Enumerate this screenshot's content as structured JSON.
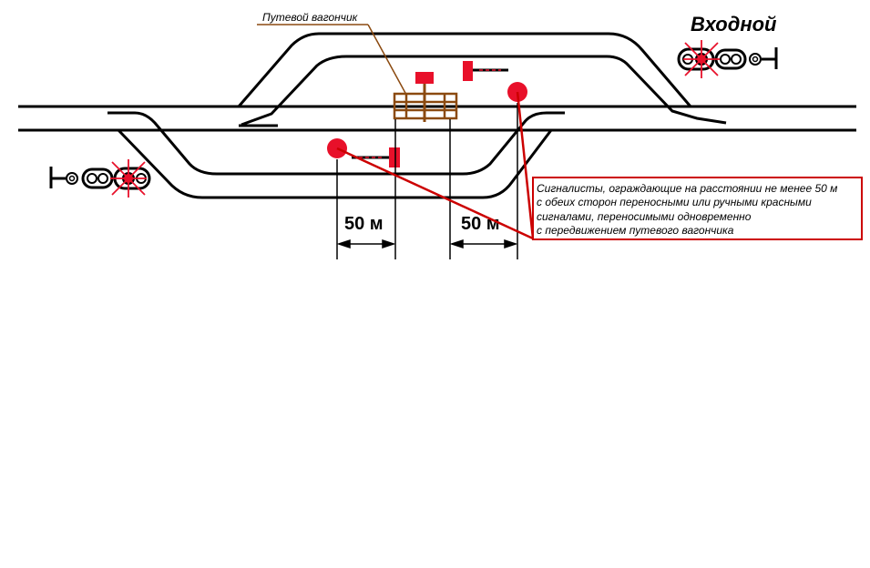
{
  "labels": {
    "trolley": "Путевой вагончик",
    "signal_entry": "Входной",
    "distance_left": "50 м",
    "distance_right": "50 м",
    "callout_lines": [
      "Сигналисты, ограждающие на расстоянии не менее 50 м",
      "с обеих сторон переносными или ручными красными",
      "сигналами, переносимыми одновременно",
      "с передвижением путевого вагончика"
    ]
  },
  "colors": {
    "track": "#000000",
    "signal_red": "#e8102a",
    "trolley_brown": "#8b4a10",
    "callout_border": "#cc0000"
  },
  "icons": {
    "entry_signal_right": "entry-signal-icon",
    "entry_signal_left": "entry-signal-icon",
    "portable_signal": "portable-red-signal-icon",
    "hand_signal": "hand-red-signal-icon",
    "signalman": "signalman-marker-icon",
    "trolley": "track-trolley-icon"
  }
}
